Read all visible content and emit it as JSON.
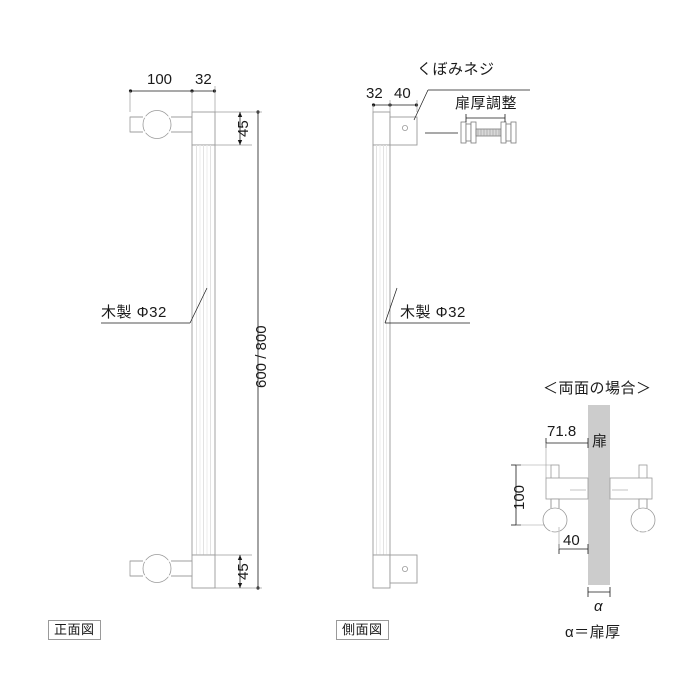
{
  "drawing": {
    "title_views": {
      "front": "正面図",
      "side": "側面図"
    },
    "front_view": {
      "dim_offset": "100",
      "dim_bar_width": "32",
      "dim_top_plate": "45",
      "dim_bottom_plate": "45",
      "dim_length": "600 / 800",
      "material_note": "木製  Φ32"
    },
    "side_view": {
      "dim_bar": "32",
      "dim_bracket": "40",
      "screw_note": "くぼみネジ",
      "adjust_note": "扉厚調整",
      "material_note": "木製  Φ32"
    },
    "detail_view": {
      "title": "＜両面の場合＞",
      "dim_projection": "71.8",
      "dim_spacing": "100",
      "dim_offset": "40",
      "door_label": "扉",
      "alpha_label": "α",
      "alpha_note": "α＝扉厚"
    },
    "colors": {
      "line": "#9a9a9a",
      "line_dark": "#1a1a1a",
      "door_fill": "#cccccc",
      "bar_fill": "#ffffff",
      "grain": "#e0e0e0",
      "text": "#1a1a1a"
    }
  }
}
